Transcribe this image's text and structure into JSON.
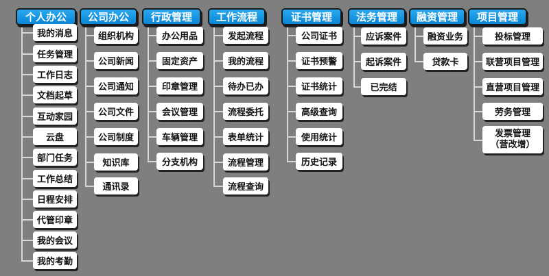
{
  "columns": [
    {
      "id": "personal",
      "title": "个人办公",
      "items": [
        "我的消息",
        "任务管理",
        "工作日志",
        "文档起草",
        "互动家园",
        "云盘",
        "部门任务",
        "工作总结",
        "日程安排",
        "代管印章",
        "我的会议",
        "我的考勤"
      ]
    },
    {
      "id": "company",
      "title": "公司办公",
      "items": [
        "组织机构",
        "公司新闻",
        "公司通知",
        "公司文件",
        "公司制度",
        "知识库",
        "通讯录"
      ]
    },
    {
      "id": "admin",
      "title": "行政管理",
      "items": [
        "办公用品",
        "固定资产",
        "印章管理",
        "会议管理",
        "车辆管理",
        "分支机构"
      ]
    },
    {
      "id": "workflow",
      "title": "工作流程",
      "items": [
        "发起流程",
        "我的流程",
        "待办已办",
        "流程委托",
        "表单统计",
        "流程管理",
        "流程查询"
      ]
    },
    {
      "id": "cert",
      "title": "证书管理",
      "items": [
        "公司证书",
        "证书预警",
        "证书统计",
        "高级查询",
        "使用统计",
        "历史记录"
      ]
    },
    {
      "id": "legal",
      "title": "法务管理",
      "items": [
        "应诉案件",
        "起诉案件",
        "已完结"
      ]
    },
    {
      "id": "finance",
      "title": "融资管理",
      "items": [
        "融资业务",
        "贷款卡"
      ]
    },
    {
      "id": "project",
      "title": "项目管理",
      "items": [
        "投标管理",
        "联营项目管理",
        "直营项目管理",
        "劳务管理"
      ],
      "last_item_lines": [
        "发票管理",
        "（营改增）"
      ]
    }
  ]
}
